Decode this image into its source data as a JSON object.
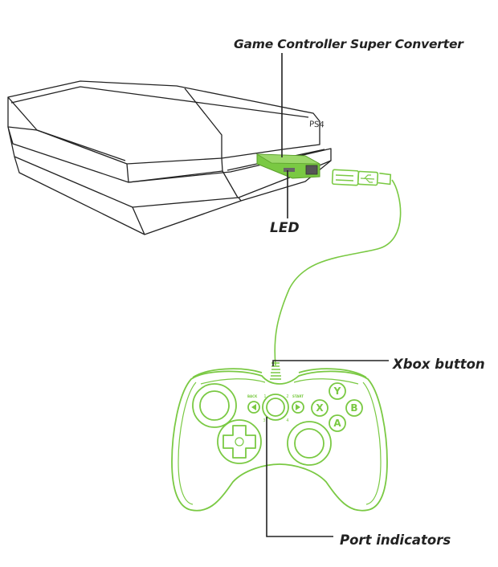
{
  "labels": {
    "converter": "Game Controller Super Converter",
    "led": "LED",
    "xbox_button": "Xbox button",
    "port_indicators": "Port indicators"
  },
  "console": {
    "brand_text": "PS4"
  },
  "controller": {
    "face_buttons": [
      "Y",
      "X",
      "B",
      "A"
    ],
    "small_labels": {
      "back": "BACK",
      "start": "START"
    },
    "port_numbers": [
      "1",
      "2",
      "3",
      "4"
    ]
  },
  "colors": {
    "accent": "#7ac943",
    "accent_dark": "#5a9e2a",
    "line": "#222222",
    "port": "#555555"
  },
  "icons": [
    "usb-icon"
  ]
}
